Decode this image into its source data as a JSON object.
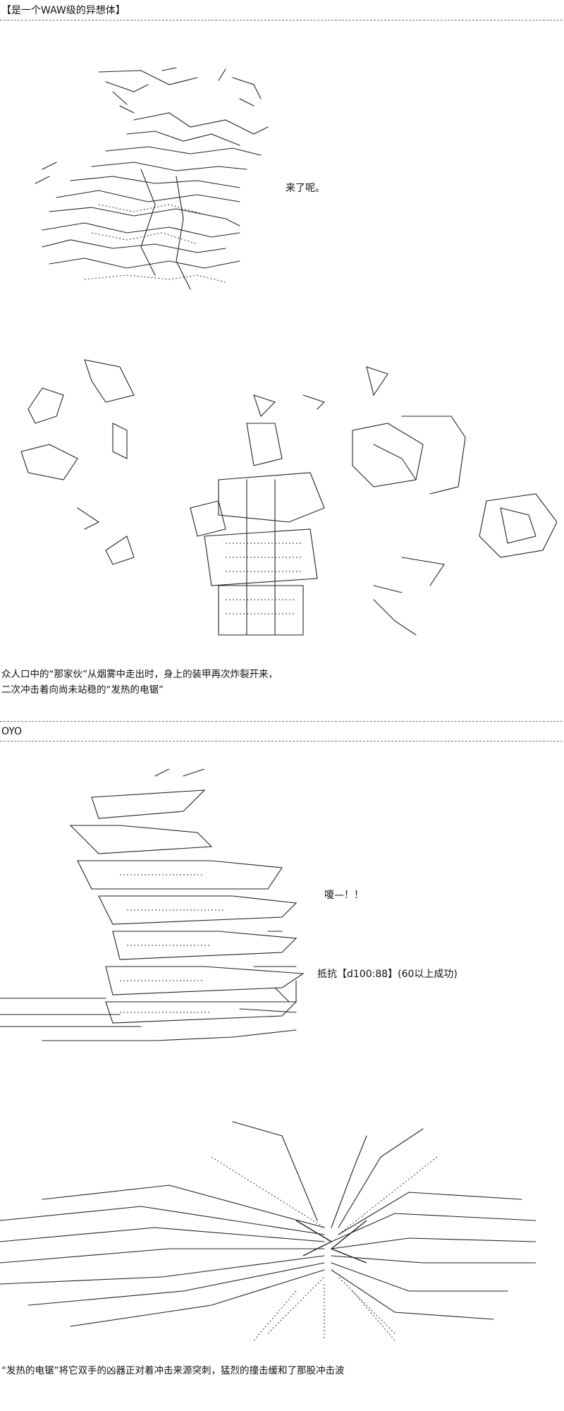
{
  "panel1": {
    "header": "【是一个WAW级的异想体】",
    "speech": "来了呢。"
  },
  "panel2": {
    "caption_line1": "众人口中的“那家伙”从烟雾中走出时，身上的装甲再次炸裂开来，",
    "caption_line2": "二次冲击着向尚未站稳的“发热的电锯”"
  },
  "panel3": {
    "header": "OYO",
    "shout": "嗄—！！",
    "roll": "抵抗【d100:88】(60以上成功)"
  },
  "panel4": {
    "caption": "“发热的电锯”将它双手的凶器正对着冲击来源突刺，猛烈的撞击缓和了那股冲击波"
  }
}
